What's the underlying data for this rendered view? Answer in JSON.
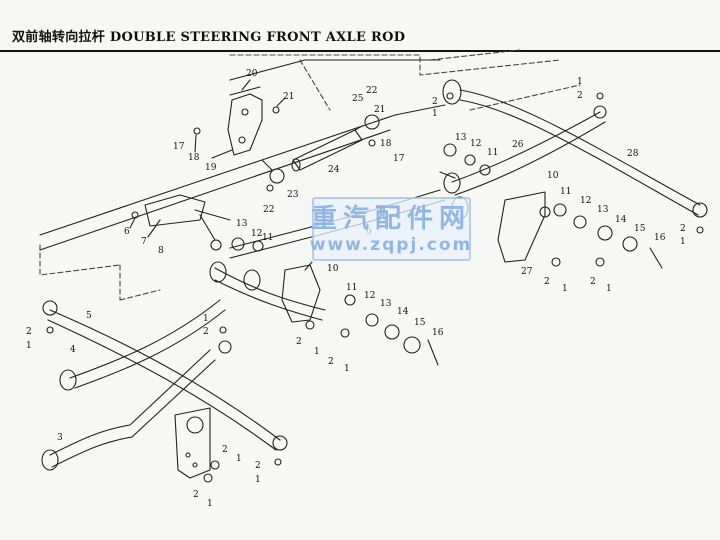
{
  "header": {
    "title": "双前轴转向拉杆 DOUBLE STEERING FRONT AXLE ROD"
  },
  "watermark": {
    "line1": "重汽配件网",
    "line2": "www.zqpj.com",
    "color": "#8fb6e6"
  },
  "callouts": [
    "1",
    "2",
    "3",
    "4",
    "5",
    "6",
    "7",
    "8",
    "9",
    "10",
    "11",
    "12",
    "13",
    "14",
    "15",
    "16",
    "17",
    "18",
    "19",
    "20",
    "21",
    "22",
    "23",
    "24",
    "25",
    "26",
    "27",
    "28"
  ]
}
